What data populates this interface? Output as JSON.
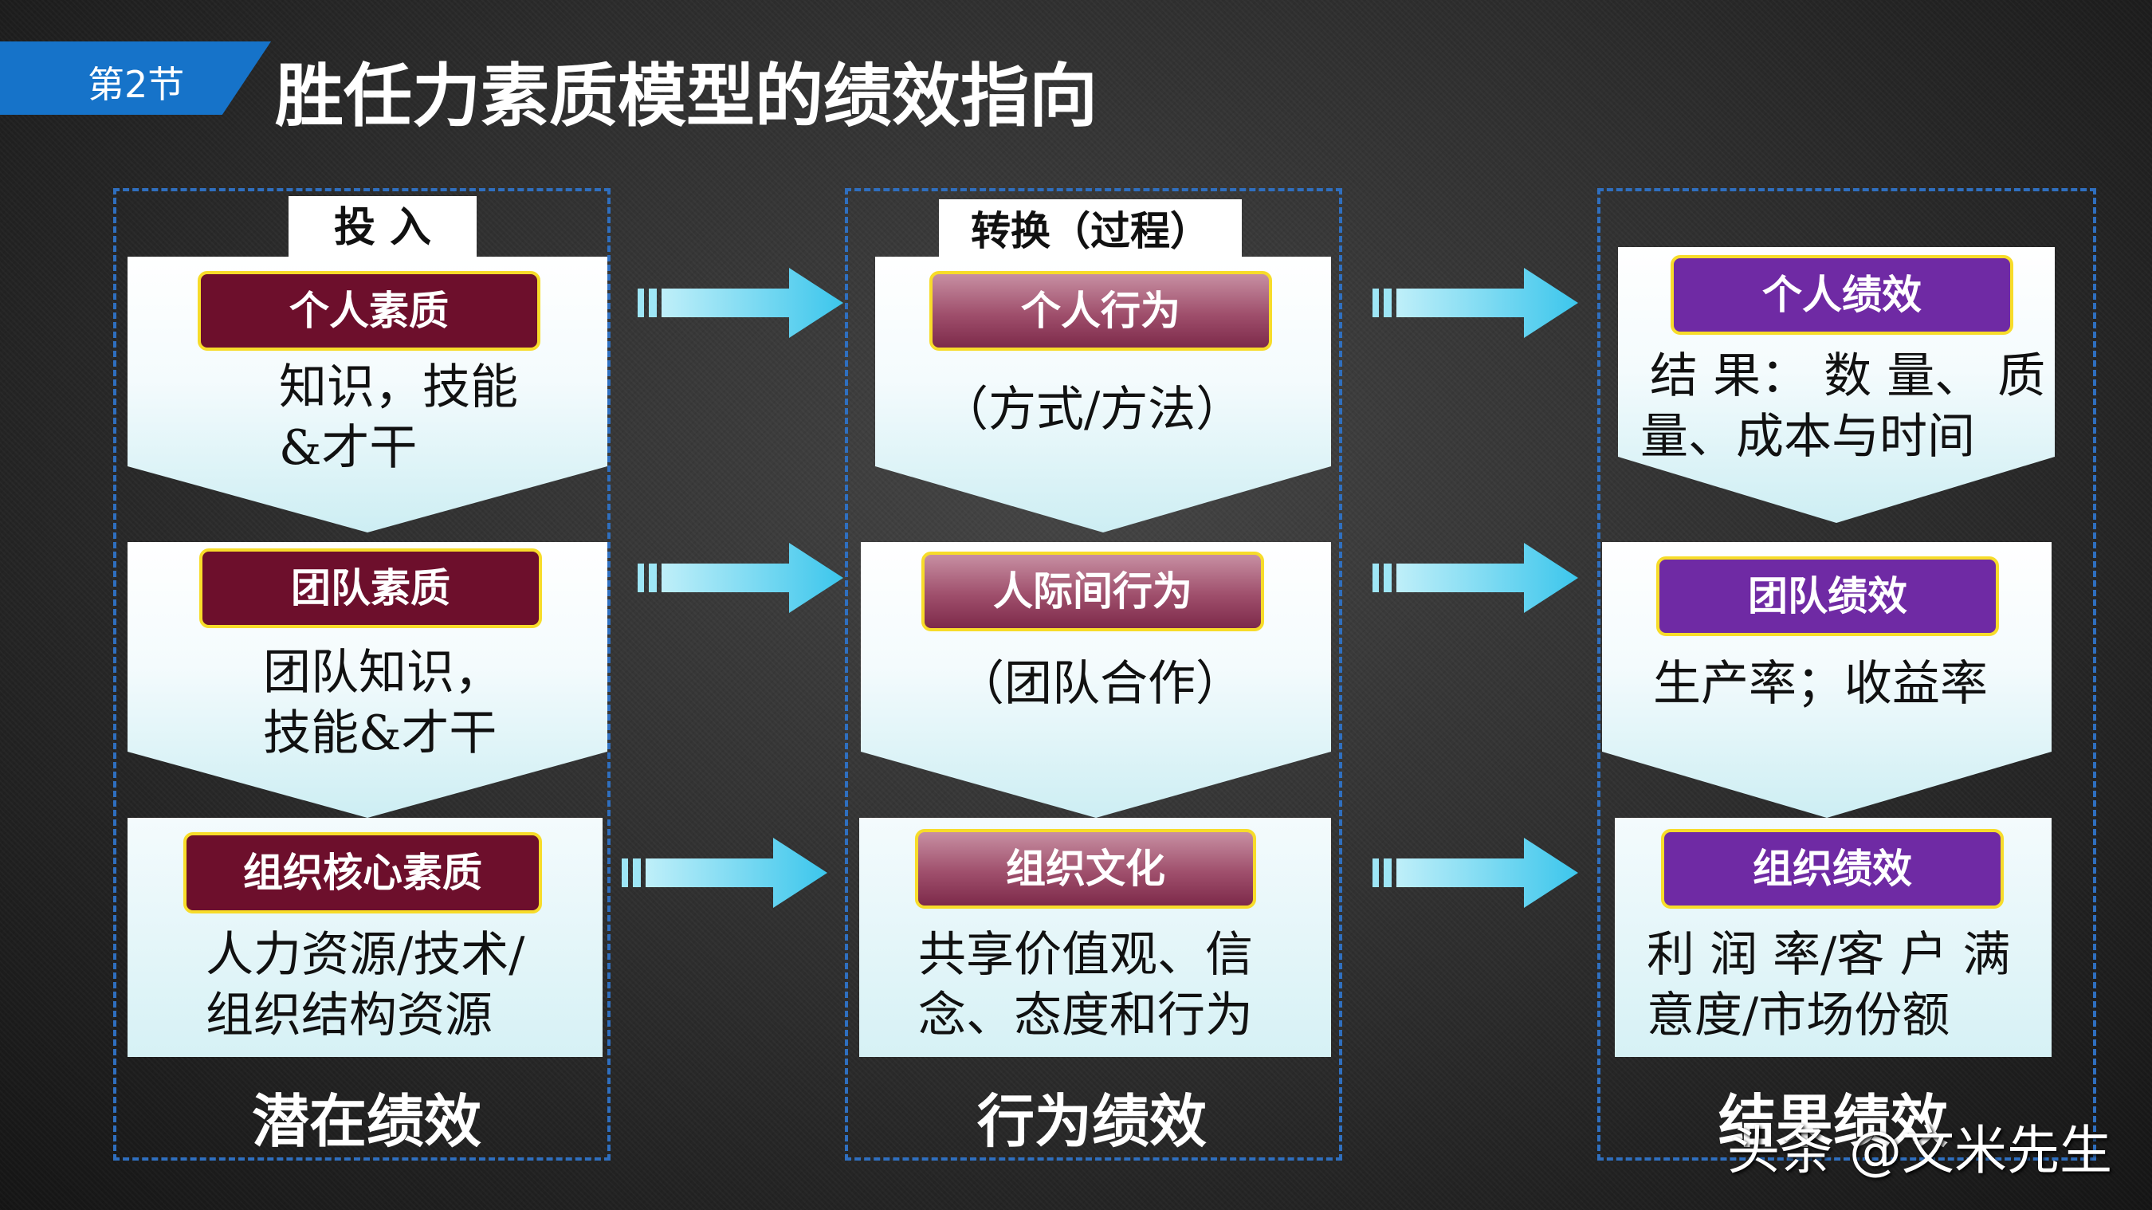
{
  "header": {
    "section_label": "第2节",
    "title": "胜任力素质模型的绩效指向"
  },
  "columns": [
    {
      "header": "投 入",
      "caption": "潜在绩效",
      "rows": [
        {
          "label": "个人素质",
          "lines": [
            "知识，技能",
            "&才干"
          ]
        },
        {
          "label": "团队素质",
          "lines": [
            "团队知识，",
            "技能&才干"
          ]
        },
        {
          "label": "组织核心素质",
          "lines": [
            "人力资源/技术/",
            "组织结构资源"
          ]
        }
      ]
    },
    {
      "header": "转换（过程）",
      "caption": "行为绩效",
      "rows": [
        {
          "label": "个人行为",
          "lines": [
            "（方式/方法）"
          ]
        },
        {
          "label": "人际间行为",
          "lines": [
            "（团队合作）"
          ]
        },
        {
          "label": "组织文化",
          "lines": [
            "共享价值观、信",
            "念、态度和行为"
          ]
        }
      ]
    },
    {
      "header": "",
      "caption": "结果绩效",
      "rows": [
        {
          "label": "个人绩效",
          "lines": [
            "结 果： 数 量、 质",
            "量、成本与时间"
          ]
        },
        {
          "label": "团队绩效",
          "lines": [
            "生产率；收益率"
          ]
        },
        {
          "label": "组织绩效",
          "lines": [
            "利 润 率/客 户 满",
            "意度/市场份额"
          ]
        }
      ]
    }
  ],
  "colors": {
    "background": "#2c2c2c",
    "section_tab": "#1673c9",
    "dashed_border": "#2f6fbf",
    "pill_input": "#6d0f2c",
    "pill_process": "#9f4f6c",
    "pill_result": "#6f2aa4",
    "pill_border": "#f7dc2a",
    "arrow": "#6fd6f0"
  },
  "watermark": "头条 @文米先生"
}
